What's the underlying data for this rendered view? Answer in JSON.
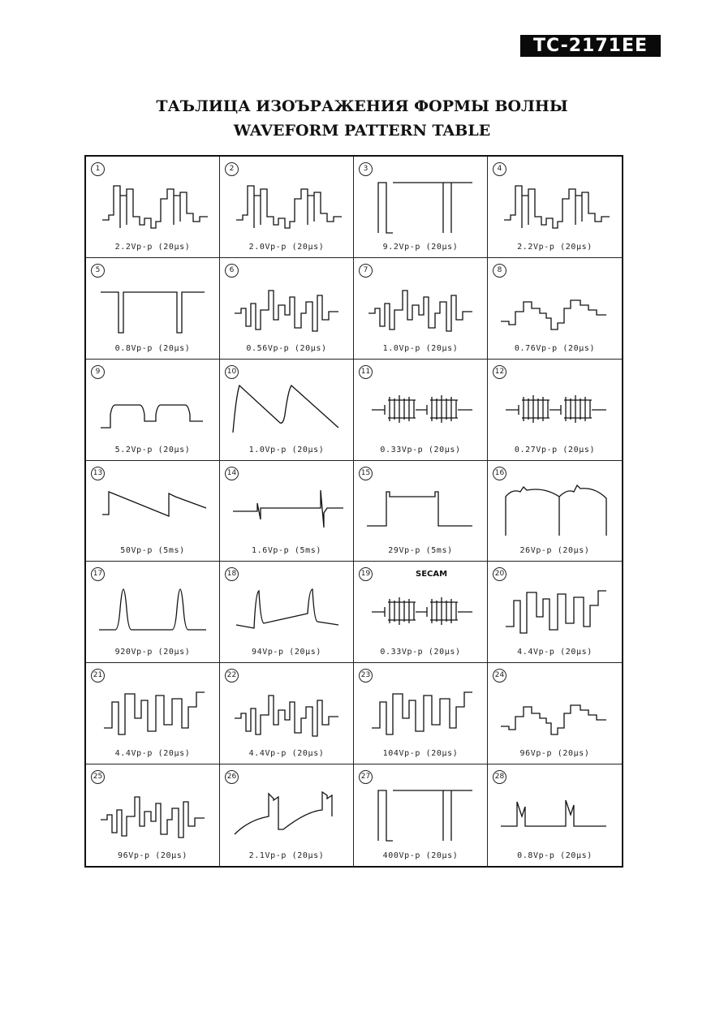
{
  "model": "TC-2171EE",
  "title_ru": "ТАЪЛИЦА ИЗОЪРАЖЕНИЯ ФОРМЫ ВОЛНЫ",
  "title_en": "WAVEFORM PATTERN TABLE",
  "cells": [
    {
      "num": "1",
      "label": "2.2Vp-p (20μs)",
      "wave": "stair",
      "note": ""
    },
    {
      "num": "2",
      "label": "2.0Vp-p (20μs)",
      "wave": "stair",
      "note": ""
    },
    {
      "num": "3",
      "label": "9.2Vp-p (20μs)",
      "wave": "square",
      "note": ""
    },
    {
      "num": "4",
      "label": "2.2Vp-p (20μs)",
      "wave": "stair",
      "note": ""
    },
    {
      "num": "5",
      "label": "0.8Vp-p (20μs)",
      "wave": "neg-pulse",
      "note": ""
    },
    {
      "num": "6",
      "label": "0.56Vp-p (20μs)",
      "wave": "bars",
      "note": ""
    },
    {
      "num": "7",
      "label": "1.0Vp-p (20μs)",
      "wave": "bars",
      "note": ""
    },
    {
      "num": "8",
      "label": "0.76Vp-p (20μs)",
      "wave": "stair2",
      "note": ""
    },
    {
      "num": "9",
      "label": "5.2Vp-p (20μs)",
      "wave": "trap",
      "note": ""
    },
    {
      "num": "10",
      "label": "1.0Vp-p (20μs)",
      "wave": "saw",
      "note": ""
    },
    {
      "num": "11",
      "label": "0.33Vp-p (20μs)",
      "wave": "burst",
      "note": ""
    },
    {
      "num": "12",
      "label": "0.27Vp-p (20μs)",
      "wave": "burst",
      "note": ""
    },
    {
      "num": "13",
      "label": "50Vp-p (5ms)",
      "wave": "vsaw",
      "note": ""
    },
    {
      "num": "14",
      "label": "1.6Vp-p (5ms)",
      "wave": "spike",
      "note": ""
    },
    {
      "num": "15",
      "label": "29Vp-p (5ms)",
      "wave": "pulse",
      "note": ""
    },
    {
      "num": "16",
      "label": "26Vp-p (20μs)",
      "wave": "arch",
      "note": ""
    },
    {
      "num": "17",
      "label": "920Vp-p (20μs)",
      "wave": "flyback",
      "note": ""
    },
    {
      "num": "18",
      "label": "94Vp-p (20μs)",
      "wave": "flysaw",
      "note": ""
    },
    {
      "num": "19",
      "label": "0.33Vp-p (20μs)",
      "wave": "burst",
      "note": "SECAM"
    },
    {
      "num": "20",
      "label": "4.4Vp-p (20μs)",
      "wave": "bars2",
      "note": ""
    },
    {
      "num": "21",
      "label": "4.4Vp-p (20μs)",
      "wave": "bars2",
      "note": ""
    },
    {
      "num": "22",
      "label": "4.4Vp-p (20μs)",
      "wave": "bars",
      "note": ""
    },
    {
      "num": "23",
      "label": "104Vp-p (20μs)",
      "wave": "bars2",
      "note": ""
    },
    {
      "num": "24",
      "label": "96Vp-p (20μs)",
      "wave": "stair2",
      "note": ""
    },
    {
      "num": "25",
      "label": "96Vp-p (20μs)",
      "wave": "bars",
      "note": ""
    },
    {
      "num": "26",
      "label": "2.1Vp-p (20μs)",
      "wave": "ramp",
      "note": ""
    },
    {
      "num": "27",
      "label": "400Vp-p (20μs)",
      "wave": "square",
      "note": ""
    },
    {
      "num": "28",
      "label": "0.8Vp-p (20μs)",
      "wave": "spike2",
      "note": ""
    }
  ]
}
